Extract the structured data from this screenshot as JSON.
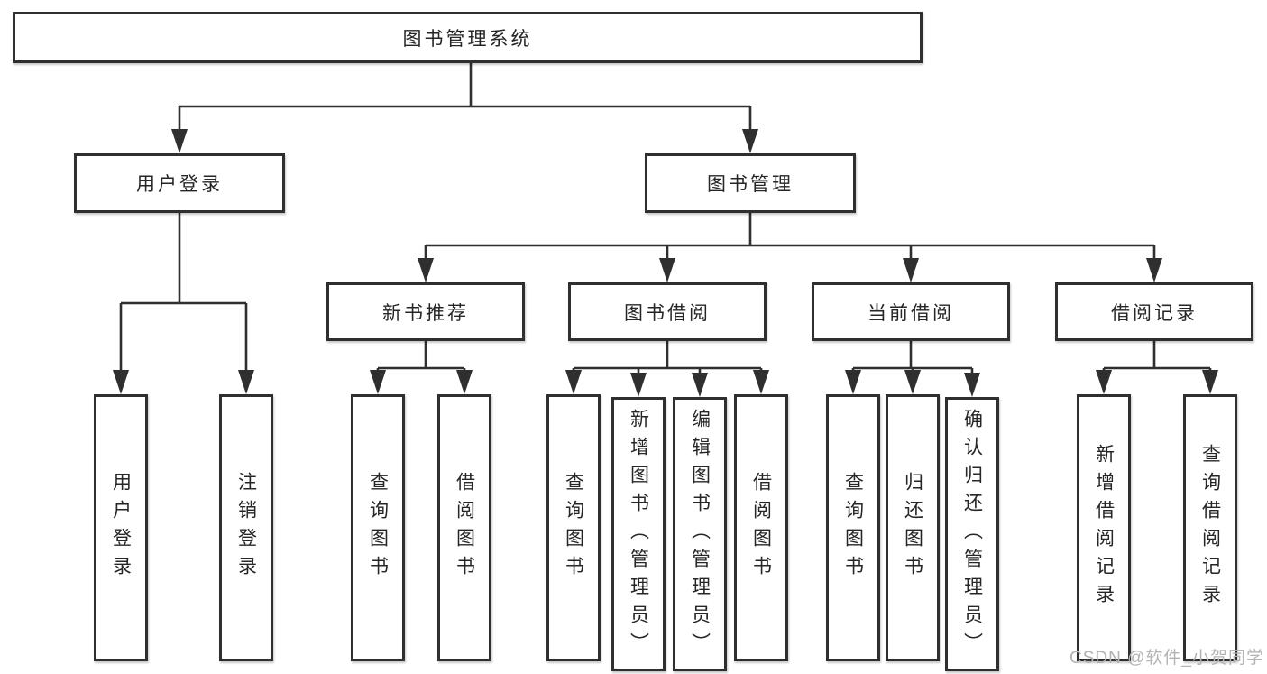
{
  "root": {
    "label": "图书管理系统"
  },
  "branches": {
    "user": {
      "label": "用户登录",
      "leaves": [
        {
          "label": "用户登录"
        },
        {
          "label": "注销登录"
        }
      ]
    },
    "books": {
      "label": "图书管理",
      "sections": [
        {
          "label": "新书推荐",
          "leaves": [
            {
              "label": "查询图书"
            },
            {
              "label": "借阅图书"
            }
          ]
        },
        {
          "label": "图书借阅",
          "leaves": [
            {
              "label": "查询图书"
            },
            {
              "label": "新增图书（管理员）"
            },
            {
              "label": "编辑图书（管理员）"
            },
            {
              "label": "借阅图书"
            }
          ]
        },
        {
          "label": "当前借阅",
          "leaves": [
            {
              "label": "查询图书"
            },
            {
              "label": "归还图书"
            },
            {
              "label": "确认归还（管理员）"
            }
          ]
        },
        {
          "label": "借阅记录",
          "leaves": [
            {
              "label": "新增借阅记录"
            },
            {
              "label": "查询借阅记录"
            }
          ]
        }
      ]
    }
  },
  "watermark": {
    "text": "CSDN @软件_小贺同学"
  },
  "colors": {
    "line": "#2f2f2f",
    "box_fill": "#ffffff",
    "text": "#262626",
    "watermark": "#b3b3b3",
    "background": "#ffffff"
  }
}
